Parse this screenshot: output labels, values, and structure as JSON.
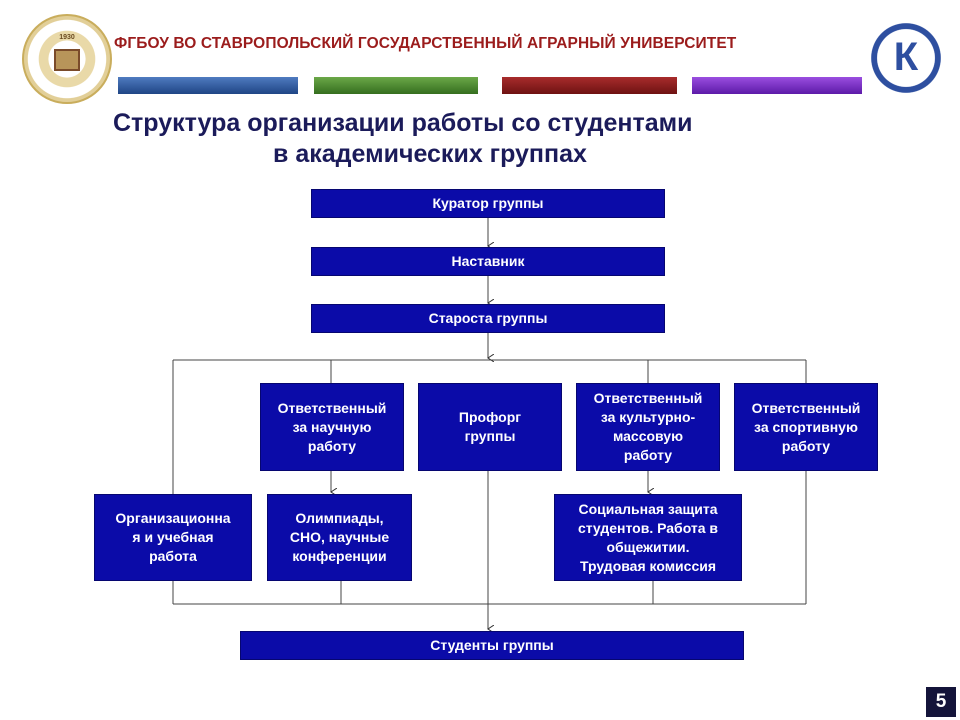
{
  "header": {
    "university": "ФГБОУ ВО СТАВРОПОЛЬСКИЙ ГОСУДАРСТВЕННЫЙ АГРАРНЫЙ УНИВЕРСИТЕТ",
    "left_logo": "university-seal-logo",
    "right_logo": "quality-award-logo",
    "stripe_colors": [
      "#2e5a9c",
      "#4a8a30",
      "#8a1a1a",
      "#7a2ac0"
    ]
  },
  "title": {
    "line1": "Структура организации работы со студентами",
    "line2": "в академических группах"
  },
  "diagram": {
    "curator": "Куратор группы",
    "mentor": "Наставник",
    "head": "Староста группы",
    "science": [
      "Ответственный",
      "за научную",
      "работу"
    ],
    "proforg": [
      "Профорг",
      "группы"
    ],
    "culture": [
      "Ответственный",
      "за культурно-",
      "массовую",
      "работу"
    ],
    "sport": [
      "Ответственный",
      "за спортивную",
      "работу"
    ],
    "org_study": [
      "Организационна",
      "я и учебная",
      "работа"
    ],
    "olympiad": [
      "Олимпиады,",
      "СНО, научные",
      "конференции"
    ],
    "social": [
      "Социальная защита",
      "студентов. Работа в",
      "общежитии.",
      "Трудовая комиссия"
    ],
    "students": "Студенты группы"
  },
  "page_number": "5"
}
